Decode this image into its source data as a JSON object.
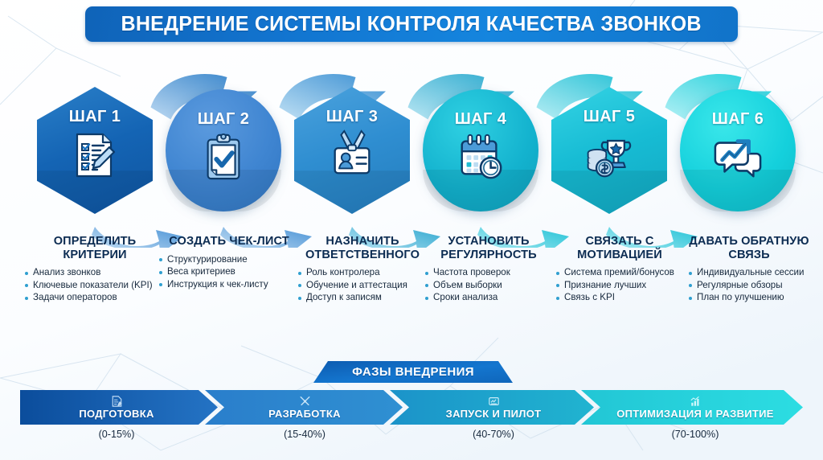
{
  "header": {
    "title": "ВНЕДРЕНИЕ СИСТЕМЫ КОНТРОЛЯ КАЧЕСТВА ЗВОНКОВ"
  },
  "colors": {
    "title_dark": "#0f63b8",
    "title_light": "#1585de",
    "step1": "#1464b4",
    "step2": "#3f85d1",
    "step3": "#2f8ed1",
    "step4": "#13b2ce",
    "step5": "#17bcd4",
    "step6": "#14d0dc",
    "bullet": "#2f9fd0",
    "caption_heading": "#0c2c52",
    "phase1": "#0f5cb0",
    "phase2": "#2f86cf",
    "phase3": "#1f9ec9",
    "phase4": "#1fc8d4"
  },
  "steps": [
    {
      "id": "step-1",
      "badge": "ШАГ 1",
      "shape": "hexagon",
      "icon": "checklist-pencil-icon",
      "color": "#1464b4",
      "color_dark": "#0f55a0",
      "heading": "ОПРЕДЕЛИТЬ КРИТЕРИИ",
      "bullets": [
        "Анализ звонков",
        "Ключевые показатели (KPI)",
        "Задачи операторов"
      ]
    },
    {
      "id": "step-2",
      "badge": "ШАГ 2",
      "shape": "circle",
      "icon": "clipboard-check-icon",
      "color": "#3f85d1",
      "color_dark": "#2f74c0",
      "heading": "СОЗДАТЬ ЧЕК-ЛИСТ",
      "bullets": [
        "Структурирование",
        "Веса критериев",
        "Инструкция к чек-листу"
      ]
    },
    {
      "id": "step-3",
      "badge": "ШАГ 3",
      "shape": "hexagon",
      "icon": "id-badge-icon",
      "color": "#2f8ed1",
      "color_dark": "#237dbd",
      "heading": "НАЗНАЧИТЬ ОТВЕТСТВЕННОГО",
      "bullets": [
        "Роль контролера",
        "Обучение и аттестация",
        "Доступ к записям"
      ]
    },
    {
      "id": "step-4",
      "badge": "ШАГ 4",
      "shape": "circle",
      "icon": "calendar-clock-icon",
      "color": "#13b2ce",
      "color_dark": "#0f9fbb",
      "heading": "УСТАНОВИТЬ РЕГУЛЯРНОСТЬ",
      "bullets": [
        "Частота проверок",
        "Объем выборки",
        "Сроки анализа"
      ]
    },
    {
      "id": "step-5",
      "badge": "ШАГ 5",
      "shape": "hexagon",
      "icon": "trophy-coins-icon",
      "color": "#17bcd4",
      "color_dark": "#12a8c2",
      "heading": "СВЯЗАТЬ С МОТИВАЦИЕЙ",
      "bullets": [
        "Система премий/бонусов",
        "Признание лучших",
        "Связь с KPI"
      ]
    },
    {
      "id": "step-6",
      "badge": "ШАГ 6",
      "shape": "circle",
      "icon": "growth-chat-icon",
      "color": "#14d0dc",
      "color_dark": "#0fbac8",
      "heading": "ДАВАТЬ ОБРАТНУЮ СВЯЗЬ",
      "bullets": [
        "Индивидуальные сессии",
        "Регулярные обзоры",
        "План по улучшению"
      ]
    }
  ],
  "phases_section": {
    "banner": "ФАЗЫ ВНЕДРЕНИЯ",
    "items": [
      {
        "id": "phase-1",
        "label": "ПОДГОТОВКА",
        "range": "(0-15%)",
        "icon": "document-edit-icon",
        "color_from": "#0c4f9e",
        "color_to": "#2172c4"
      },
      {
        "id": "phase-2",
        "label": "РАЗРАБОТКА",
        "range": "(15-40%)",
        "icon": "tools-icon",
        "color_from": "#2a7ecb",
        "color_to": "#2f8ed1"
      },
      {
        "id": "phase-3",
        "label": "ЗАПУСК И ПИЛОТ",
        "range": "(40-70%)",
        "icon": "launch-test-icon",
        "color_from": "#1d93c9",
        "color_to": "#1fb2cf"
      },
      {
        "id": "phase-4",
        "label": "ОПТИМИЗАЦИЯ И РАЗВИТИЕ",
        "range": "(70-100%)",
        "icon": "bar-growth-icon",
        "color_from": "#21c4d4",
        "color_to": "#2ad9e0"
      }
    ]
  }
}
